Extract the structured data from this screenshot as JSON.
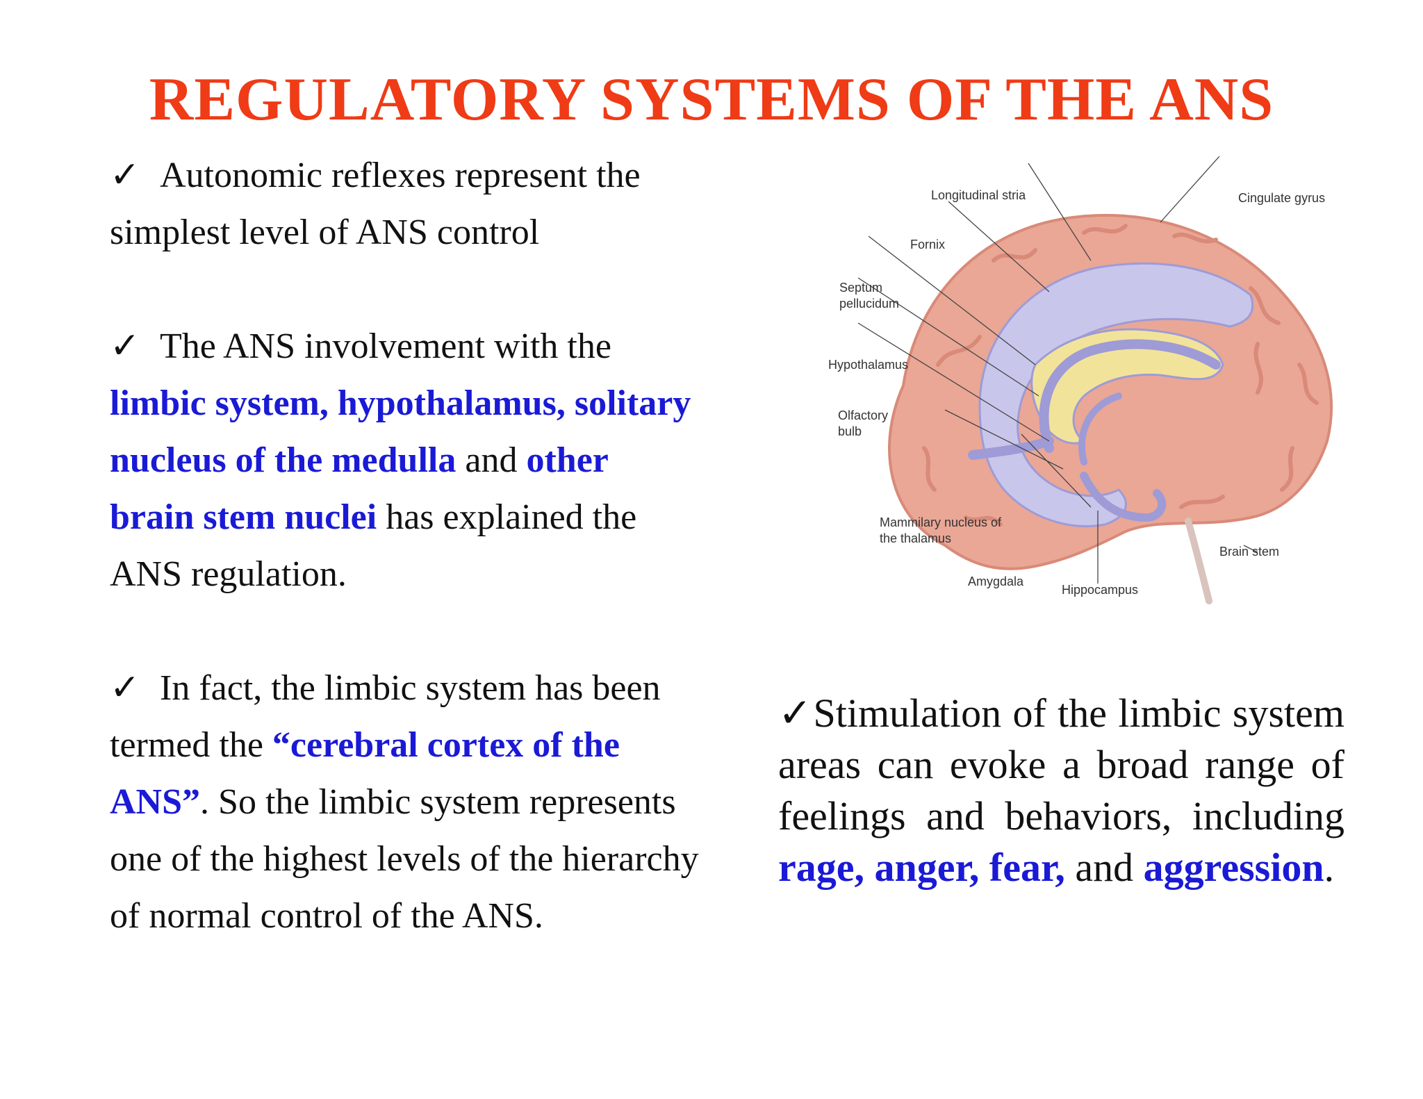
{
  "slide": {
    "title": "REGULATORY SYSTEMS OF THE ANS",
    "check": "✓",
    "bullet1": {
      "text": "Autonomic reflexes represent the simplest level of ANS control"
    },
    "bullet2": {
      "t1": "The ANS involvement with the",
      "h1": "limbic system, hypothalamus, solitary nucleus of the medulla",
      "t2": "and",
      "h2": "other brain stem nuclei",
      "t3": "has explained the ANS regulation."
    },
    "bullet3": {
      "t1": "In fact, the limbic system has been termed the",
      "h1": "“cerebral cortex of the ANS”",
      "t2": ". So the limbic system represents one of the highest levels of the hierarchy of normal control of the ANS."
    },
    "bullet4": {
      "t1": "Stimulation of the limbic system areas can evoke a broad range of feelings and behaviors, including",
      "h1": "rage, anger, fear,",
      "t2": "and",
      "h2": "aggression",
      "t3": "."
    }
  },
  "diagram": {
    "labels": {
      "longitudinal_stria": "Longitudinal stria",
      "cingulate_gyrus": "Cingulate gyrus",
      "fornix": "Fornix",
      "septum_1": "Septum",
      "septum_2": "pellucidum",
      "hypothalamus": "Hypothalamus",
      "olfactory_1": "Olfactory",
      "olfactory_2": "bulb",
      "mammilary_1": "Mammilary nucleus of",
      "mammilary_2": "the thalamus",
      "brain_stem": "Brain stem",
      "amygdala": "Amygdala",
      "hippocampus": "Hippocampus"
    },
    "colors": {
      "cortex": "#eaa796",
      "cortex_dark": "#d98a78",
      "limbic": "#c9c6ec",
      "limbic_dark": "#9e9bd6",
      "yellow": "#f2e39a"
    }
  }
}
